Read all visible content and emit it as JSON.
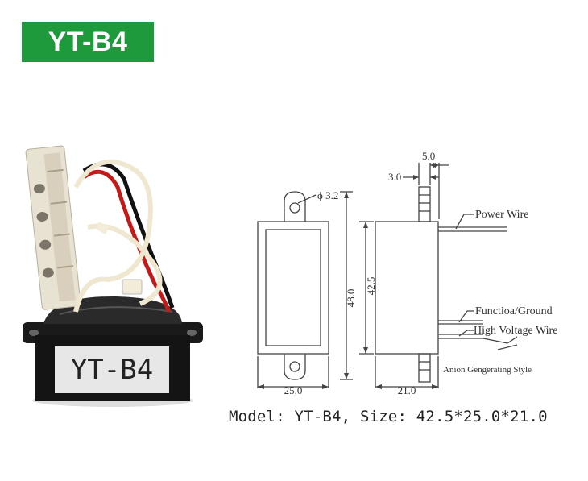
{
  "badge": {
    "label": "YT-B4",
    "color": "#1e9a3c"
  },
  "photo": {
    "product_label": "YT-B4"
  },
  "diagram": {
    "hole_label": "ϕ 3.2",
    "dim_top_total": "5.0",
    "dim_top_offset": "3.0",
    "dim_height_outer": "48.0",
    "dim_height_inner": "42.5",
    "dim_width_front": "25.0",
    "dim_width_side": "21.0",
    "wire_power": "Power Wire",
    "wire_function": "Functioa/Ground",
    "wire_hv": "High Voltage Wire",
    "style_note": "Anion Gengerating Style"
  },
  "caption": "Model: YT-B4, Size: 42.5*25.0*21.0"
}
